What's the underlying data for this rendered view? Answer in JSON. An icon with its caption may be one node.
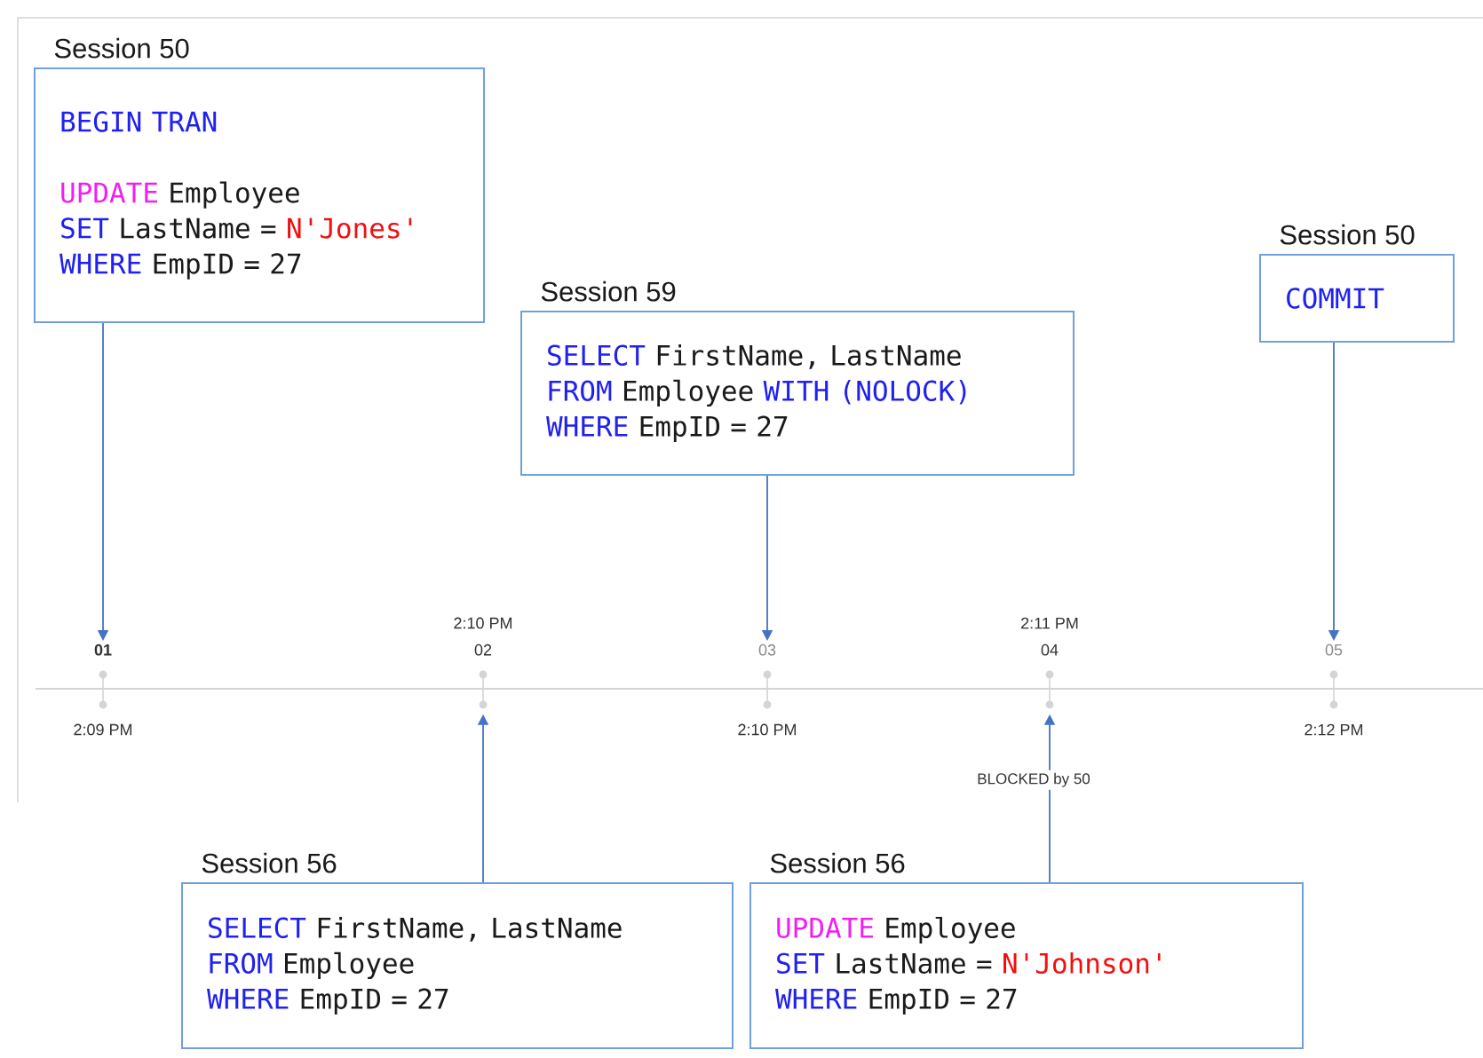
{
  "diagram": {
    "nodes": [
      {
        "text": [
          "Session 50",
          "BEGIN TRAN",
          "UPDATE",
          "Employee",
          "SET",
          "LastName =",
          "N'Jones'",
          "WHERE",
          "EmpID = 27"
        ]
      },
      {
        "text": [
          "Session 59",
          "SELECT",
          "FirstName, LastName",
          "FROM",
          "Employee",
          "WITH (NOLOCK)",
          "WHERE",
          "EmpID = 27"
        ]
      },
      {
        "text": [
          "Session 50",
          "COMMIT"
        ]
      },
      {
        "text": [
          "Session 56",
          "SELECT",
          "FirstName, LastName",
          "FROM",
          "Employee",
          "WHERE",
          "EmpID = 27"
        ]
      },
      {
        "text": [
          "Session 56",
          "UPDATE",
          "Employee",
          "SET",
          "LastName =",
          "N'Johnson'",
          "WHERE",
          "EmpID = 27"
        ]
      },
      {
        "text": [
          "01"
        ],
        "beside": [
          "2:09 PM"
        ]
      },
      {
        "text": [
          "02"
        ],
        "beside": [
          "2:10 PM"
        ]
      },
      {
        "text": [
          "03"
        ],
        "beside": [
          "2:10 PM"
        ]
      },
      {
        "text": [
          "04"
        ],
        "beside": [
          "2:11 PM"
        ]
      },
      {
        "text": [
          "05"
        ],
        "beside": [
          "2:12 PM"
        ]
      }
    ],
    "edges": [
      {
        "from": 0,
        "to": 5,
        "arrow": "to"
      },
      {
        "from": 1,
        "to": 7,
        "arrow": "to"
      },
      {
        "from": 2,
        "to": 9,
        "arrow": "to"
      },
      {
        "from": 3,
        "to": 6,
        "arrow": "to"
      },
      {
        "from": 4,
        "to": 8,
        "arrow": "to",
        "label": "BLOCKED by 50"
      }
    ]
  }
}
